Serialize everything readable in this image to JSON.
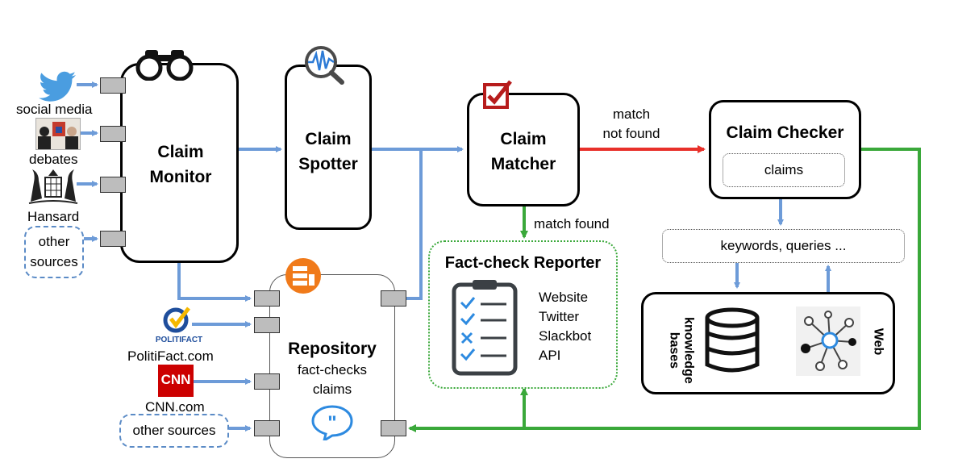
{
  "sources": {
    "social_media": "social media",
    "debates": "debates",
    "hansard": "Hansard",
    "other_sources_top": [
      "other",
      "sources"
    ],
    "politifact_logo": "POLITIFACT",
    "politifact_caption": "PolitiFact.com",
    "cnn_logo": "CNN",
    "cnn_caption": "CNN.com",
    "other_sources_bottom": "other sources"
  },
  "claim_monitor": {
    "label": [
      "Claim",
      "Monitor"
    ]
  },
  "claim_spotter": {
    "label": [
      "Claim",
      "Spotter"
    ]
  },
  "claim_matcher": {
    "label": [
      "Claim",
      "Matcher"
    ]
  },
  "claim_checker": {
    "title": "Claim Checker",
    "inner": "claims"
  },
  "edges": {
    "match_not_found": [
      "match",
      "not found"
    ],
    "match_found": "match found"
  },
  "fact_check_reporter": {
    "title": "Fact-check Reporter",
    "outputs": [
      "Website",
      "Twitter",
      "Slackbot",
      "API"
    ]
  },
  "keywords_box": "keywords, queries ...",
  "knowledge_panel": {
    "left_label": [
      "knowledge",
      "bases"
    ],
    "right_label": "Web"
  },
  "repository": {
    "title": "Repository",
    "lines": [
      "fact-checks",
      "claims"
    ]
  },
  "colors": {
    "blue_arrow": "#6d9bd8",
    "red_arrow": "#e8302a",
    "green_arrow": "#3aa83a",
    "orange": "#f07a1a",
    "twitter": "#4a9de0",
    "cnn_red": "#cc0000"
  }
}
